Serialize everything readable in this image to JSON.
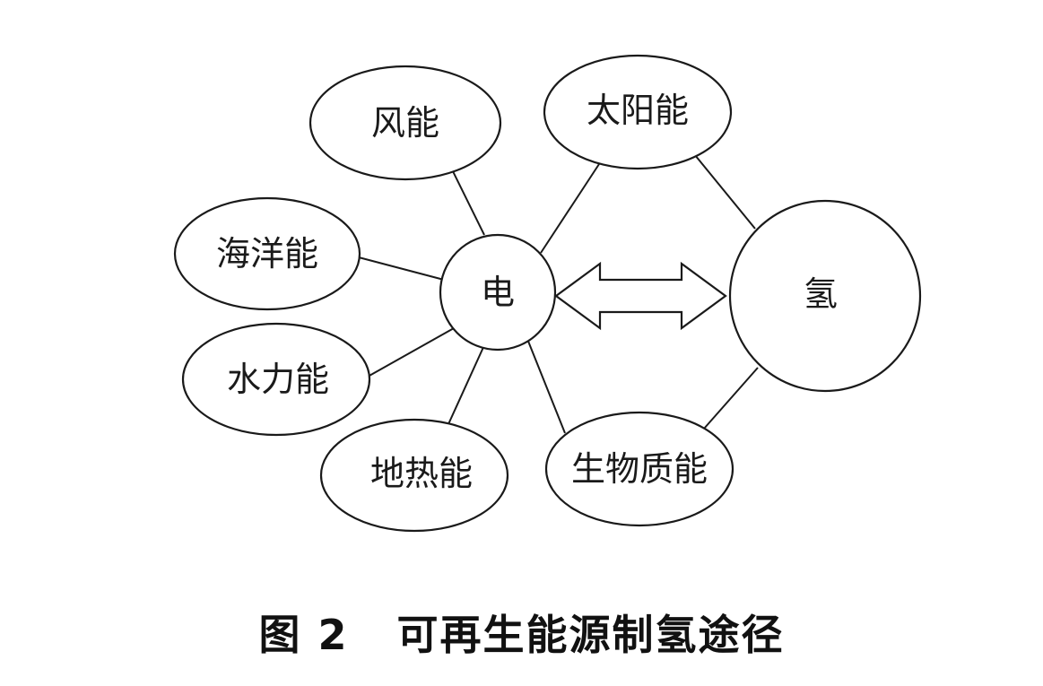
{
  "diagram": {
    "nodes": {
      "wind": "风能",
      "ocean": "海洋能",
      "hydro": "水力能",
      "geothermal": "地热能",
      "solar": "太阳能",
      "biomass": "生物质能",
      "electricity": "电",
      "hydrogen": "氢"
    },
    "edges": [
      [
        "wind",
        "electricity"
      ],
      [
        "ocean",
        "electricity"
      ],
      [
        "hydro",
        "electricity"
      ],
      [
        "geothermal",
        "electricity"
      ],
      [
        "solar",
        "electricity"
      ],
      [
        "biomass",
        "electricity"
      ],
      [
        "solar",
        "hydrogen"
      ],
      [
        "biomass",
        "hydrogen"
      ]
    ],
    "bidirectional": [
      "electricity",
      "hydrogen"
    ]
  },
  "caption": {
    "figure_number": "图 2",
    "title": "可再生能源制氢途径"
  }
}
